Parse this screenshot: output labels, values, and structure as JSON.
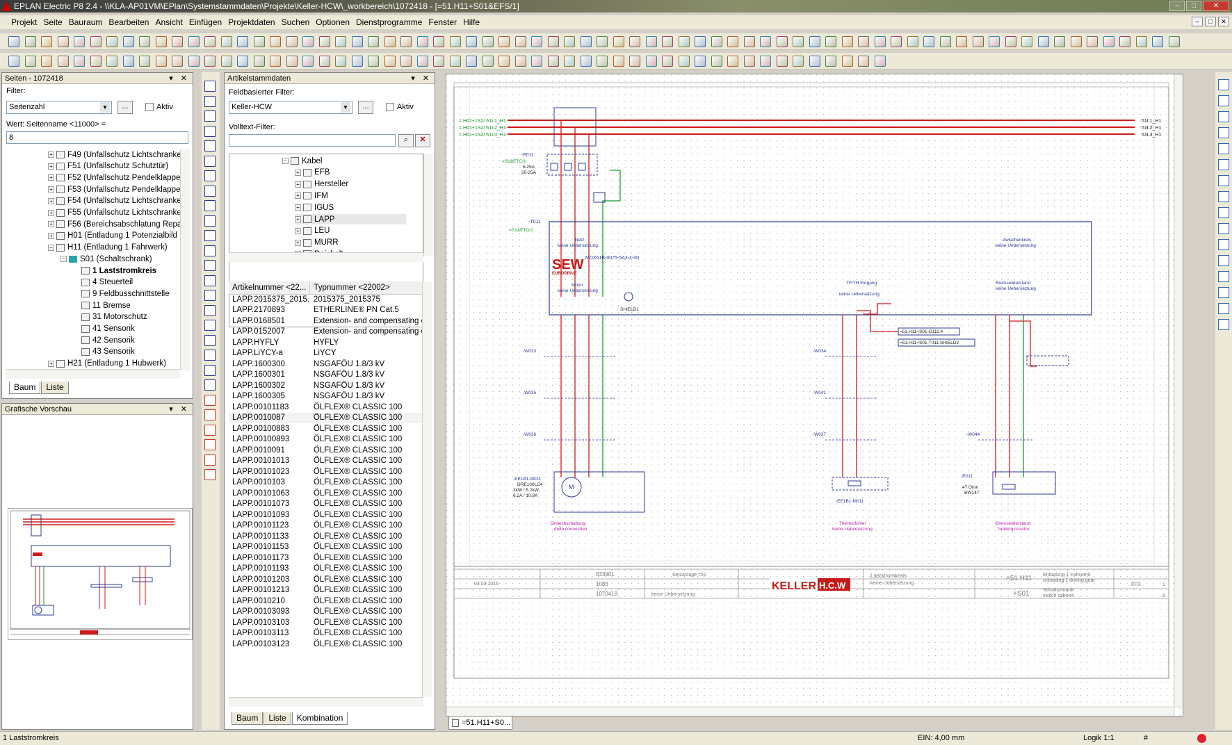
{
  "window": {
    "title": "EPLAN Electric P8 2.4 - \\\\KLA-AP01VM\\EPlan\\Systemstammdaten\\Projekte\\Keller-HCW\\_workbereich\\1072418 - [=51.H11+S01&EFS/1]",
    "min": "–",
    "max": "□",
    "close": "✕"
  },
  "menu": [
    "Projekt",
    "Seite",
    "Bauraum",
    "Bearbeiten",
    "Ansicht",
    "Einfügen",
    "Projektdaten",
    "Suchen",
    "Optionen",
    "Dienstprogramme",
    "Fenster",
    "Hilfe"
  ],
  "pages_panel": {
    "title": "Seiten - 1072418",
    "filter_label": "Filter:",
    "filter_value": "Seitenzahl",
    "more": "...",
    "aktiv": "Aktiv",
    "wert_label": "Wert: Seitenname <11000> =",
    "wert_value": "8",
    "tree": [
      {
        "indent": 0,
        "pm": "+",
        "icon": "page",
        "text": "F49 (Unfallschutz Lichtschranke"
      },
      {
        "indent": 0,
        "pm": "+",
        "icon": "page",
        "text": "F51 (Unfallschutz Schutztür)"
      },
      {
        "indent": 0,
        "pm": "+",
        "icon": "page",
        "text": "F52 (Unfallschutz Pendelklappe"
      },
      {
        "indent": 0,
        "pm": "+",
        "icon": "page",
        "text": "F53 (Unfallschutz Pendelklappe"
      },
      {
        "indent": 0,
        "pm": "+",
        "icon": "page",
        "text": "F54 (Unfallschutz Lichtschranke"
      },
      {
        "indent": 0,
        "pm": "+",
        "icon": "page",
        "text": "F55 (Unfallschutz Lichtschranke"
      },
      {
        "indent": 0,
        "pm": "+",
        "icon": "page",
        "text": "F56 (Bereichsabschlatung Repa"
      },
      {
        "indent": 0,
        "pm": "+",
        "icon": "page",
        "text": "H01 (Entladung 1 Potenzialbild"
      },
      {
        "indent": 0,
        "pm": "−",
        "icon": "page",
        "text": "H11 (Entladung 1 Fahrwerk)"
      },
      {
        "indent": 1,
        "pm": "−",
        "icon": "folder",
        "text": "S01 (Schaltschrank)"
      },
      {
        "indent": 2,
        "pm": "",
        "icon": "page",
        "text": "1 Laststromkreis",
        "selected": true
      },
      {
        "indent": 2,
        "pm": "",
        "icon": "page",
        "text": "4 Steuerteil"
      },
      {
        "indent": 2,
        "pm": "",
        "icon": "page",
        "text": "9 Feldbusschnittstelle"
      },
      {
        "indent": 2,
        "pm": "",
        "icon": "page",
        "text": "11 Bremse"
      },
      {
        "indent": 2,
        "pm": "",
        "icon": "page",
        "text": "31 Motorschutz"
      },
      {
        "indent": 2,
        "pm": "",
        "icon": "page",
        "text": "41 Sensorik"
      },
      {
        "indent": 2,
        "pm": "",
        "icon": "page",
        "text": "42 Sensorik"
      },
      {
        "indent": 2,
        "pm": "",
        "icon": "page",
        "text": "43 Sensorik"
      },
      {
        "indent": 0,
        "pm": "+",
        "icon": "page",
        "text": "H21 (Entladung 1 Hubwerk)"
      }
    ],
    "tabs": [
      "Baum",
      "Liste"
    ]
  },
  "preview_panel": {
    "title": "Grafische Vorschau"
  },
  "article_panel": {
    "title": "Artikelstammdaten",
    "feld_label": "Feldbasierter Filter:",
    "feld_value": "Keller-HCW",
    "more": "...",
    "aktiv": "Aktiv",
    "volltext_label": "Volltext-Filter:",
    "tree": [
      {
        "indent": 0,
        "pm": "−",
        "text": "Kabel"
      },
      {
        "indent": 1,
        "pm": "+",
        "text": "EFB"
      },
      {
        "indent": 1,
        "pm": "+",
        "text": "Hersteller"
      },
      {
        "indent": 1,
        "pm": "+",
        "text": "IFM"
      },
      {
        "indent": 1,
        "pm": "+",
        "text": "IGUS"
      },
      {
        "indent": 1,
        "pm": "+",
        "text": "LAPP"
      },
      {
        "indent": 1,
        "pm": "+",
        "text": "LEU"
      },
      {
        "indent": 1,
        "pm": "+",
        "text": "MURR"
      },
      {
        "indent": 1,
        "pm": "+",
        "text": "Reichelt"
      }
    ],
    "columns": [
      "Artikelnummer <22...",
      "Typnummer <22002>"
    ],
    "rows": [
      [
        "LAPP.2015375_2015...",
        "2015375_2015375"
      ],
      [
        "LAPP.2170893",
        "ETHERLINE® PN Cat.5"
      ],
      [
        "LAPP.0168501",
        "Extension- and compensating c"
      ],
      [
        "LAPP.0152007",
        "Extension- and compensating c"
      ],
      [
        "LAPP.HYFLY",
        "HYFLY"
      ],
      [
        "LAPP.LiYCY-a",
        "LiYCY"
      ],
      [
        "LAPP.1600300",
        "NSGAFÖU 1.8/3 kV"
      ],
      [
        "LAPP.1600301",
        "NSGAFÖU 1.8/3 kV"
      ],
      [
        "LAPP.1600302",
        "NSGAFÖU 1.8/3 kV"
      ],
      [
        "LAPP.1600305",
        "NSGAFÖU 1.8/3 kV"
      ],
      [
        "LAPP.00101183",
        "ÖLFLEX® CLASSIC 100"
      ],
      [
        "LAPP.0010087",
        "ÖLFLEX® CLASSIC 100"
      ],
      [
        "LAPP.00100883",
        "ÖLFLEX® CLASSIC 100"
      ],
      [
        "LAPP.00100893",
        "ÖLFLEX® CLASSIC 100"
      ],
      [
        "LAPP.0010091",
        "ÖLFLEX® CLASSIC 100"
      ],
      [
        "LAPP.00101013",
        "ÖLFLEX® CLASSIC 100"
      ],
      [
        "LAPP.00101023",
        "ÖLFLEX® CLASSIC 100"
      ],
      [
        "LAPP.0010103",
        "ÖLFLEX® CLASSIC 100"
      ],
      [
        "LAPP.00101063",
        "ÖLFLEX® CLASSIC 100"
      ],
      [
        "LAPP.00101073",
        "ÖLFLEX® CLASSIC 100"
      ],
      [
        "LAPP.00101093",
        "ÖLFLEX® CLASSIC 100"
      ],
      [
        "LAPP.00101123",
        "ÖLFLEX® CLASSIC 100"
      ],
      [
        "LAPP.00101133",
        "ÖLFLEX® CLASSIC 100"
      ],
      [
        "LAPP.00101153",
        "ÖLFLEX® CLASSIC 100"
      ],
      [
        "LAPP.00101173",
        "ÖLFLEX® CLASSIC 100"
      ],
      [
        "LAPP.00101193",
        "ÖLFLEX® CLASSIC 100"
      ],
      [
        "LAPP.00101203",
        "ÖLFLEX® CLASSIC 100"
      ],
      [
        "LAPP.00101213",
        "ÖLFLEX® CLASSIC 100"
      ],
      [
        "LAPP.0010210",
        "ÖLFLEX® CLASSIC 100"
      ],
      [
        "LAPP.00103093",
        "ÖLFLEX® CLASSIC 100"
      ],
      [
        "LAPP.00103103",
        "ÖLFLEX® CLASSIC 100"
      ],
      [
        "LAPP.00103113",
        "ÖLFLEX® CLASSIC 100"
      ],
      [
        "LAPP.00103123",
        "ÖLFLEX® CLASSIC 100"
      ]
    ],
    "tabs": [
      "Baum",
      "Liste",
      "Kombination"
    ]
  },
  "schematic": {
    "nets": [
      "=.H01+1S2/ 51L1_H1",
      "=.H01+1S2/ 51L2_H1",
      "=.H01+1S2/ 51L3_H1"
    ],
    "nets_right": [
      "51L1_H1",
      "51L2_H1",
      "51L3_H1"
    ],
    "breaker_tag": "-F011",
    "breaker_ref": "=S1&ETC/1",
    "breaker_rating": "6.25A",
    "breaker_range": "20-25A",
    "drive_tag": "-T011",
    "drive_ref": "=S1&ETO/1",
    "drive_model": "MDX61B-0075-5A3-4-00",
    "sew_logo": "SEW",
    "sew_sub": "EURODRIVE",
    "netz_label": "Netz",
    "no_translation": "keine Uebersetzung",
    "motor_label": "Motor",
    "shield": "SHIELD1",
    "tf_label": "TF/TH Eingang",
    "brems_label": "Bremswiderstand",
    "zwischen_label": "Zwischenkreis",
    "cables": [
      "-W033",
      "-W035",
      "-W036",
      "-W034",
      "-W041",
      "-W037",
      "-W044"
    ],
    "motor_tag": "-EE1B1-M011",
    "motor_type": "DRE100LC4",
    "motor_power": "3kW / 5.2kW",
    "motor_current": "6.2A / 10.8A",
    "thermo_tag": "-EE1B1-M011",
    "thermo_label": "Thermofühler",
    "resistor_tag": "-R011",
    "resistor_value": "47 Ohm",
    "resistor_type": "BW147",
    "resistor_label": "Bremswiderstand",
    "resistor_sub": "braking resistor",
    "motor_conn": "Dreieckschaltung",
    "motor_conn_sub": "delta connection",
    "ref_1": "=51.H11+S01-G111:4",
    "ref_2": "=51.H11+S01-T011:SHIELD2",
    "tb_date": "04.03.2016",
    "tb_drawing": "833901",
    "tb_num": "1083",
    "tb_order": "1070418",
    "tb_anlage": "Setzanlage =51",
    "tb_page_title": "Laststromkreis",
    "tb_page_sub": "keine Uebersetzung",
    "tb_func": "=51.H11",
    "tb_loc": "+S01",
    "tb_desc": "Entladung 1 Fahrwerk",
    "tb_desc_sub": "unloading 1 driving gear",
    "tb_schrank": "Schaltschrank",
    "tb_schrank_sub": "switch cabinet",
    "tb_doc": "EFS",
    "tb_doc_page": "1",
    "tb_sheets": "8",
    "logo": "KELLER",
    "logo_hcw": "H.C.W"
  },
  "doc_tab": "=51.H11+S0...",
  "status": {
    "left": "1 Laststromkreis",
    "ein": "EIN: 4,00 mm",
    "logik": "Logik 1:1",
    "hash": "#"
  },
  "colors": {
    "power": "#d01818",
    "green": "#1a9a2a",
    "blue": "#2a3a9a",
    "grid": "#b8b8b8"
  }
}
